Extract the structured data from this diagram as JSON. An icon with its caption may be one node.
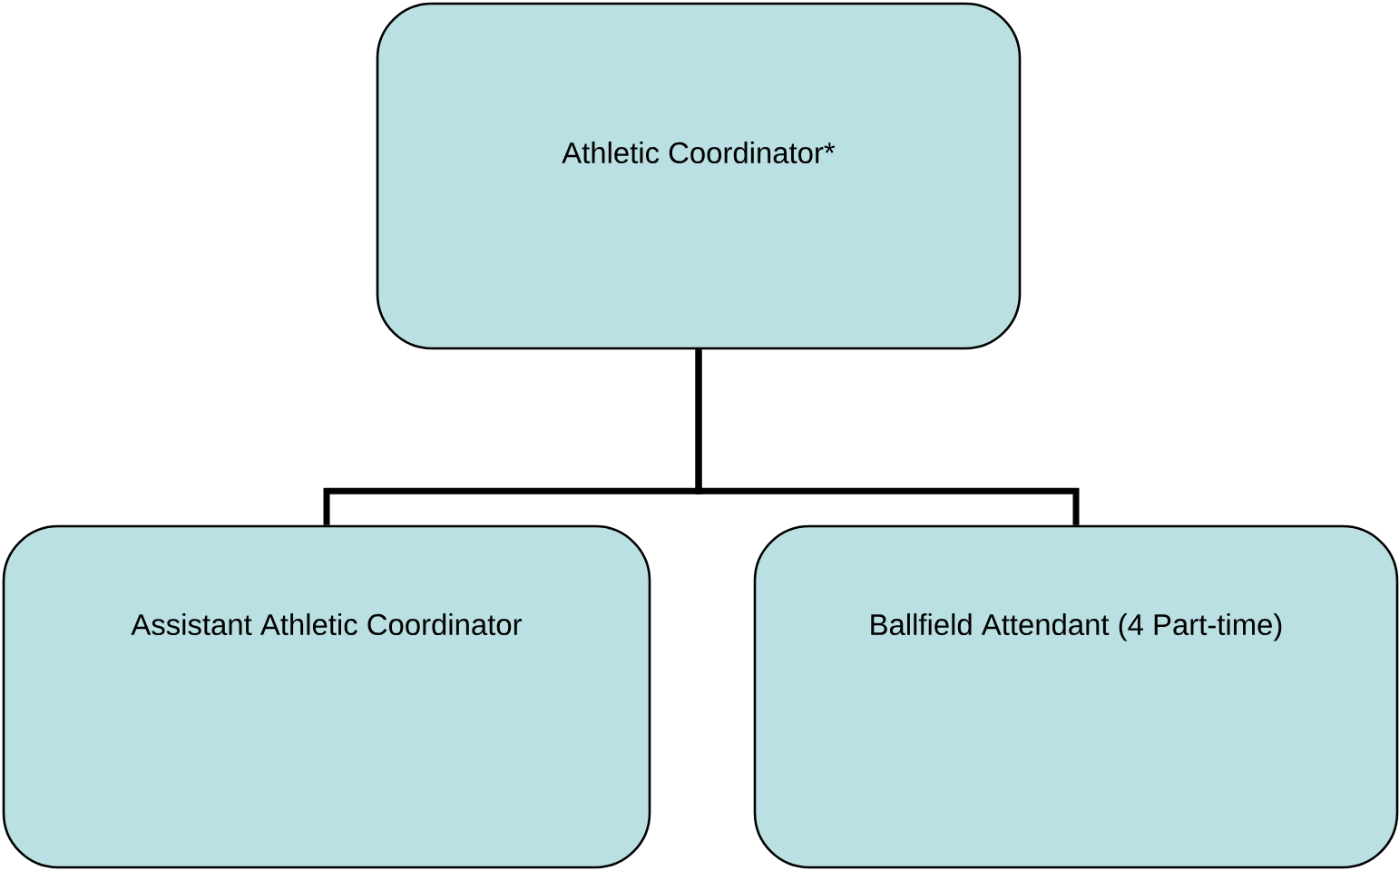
{
  "diagram": {
    "nodes": [
      {
        "text": [
          "Athletic Coordinator*"
        ]
      },
      {
        "text": [
          "Assistant Athletic Coordinator"
        ]
      },
      {
        "text": [
          "Ballfield Attendant (4 Part-time)"
        ]
      }
    ],
    "edges": [
      {
        "from": 0,
        "to": 1,
        "arrow": "none"
      },
      {
        "from": 0,
        "to": 2,
        "arrow": "none"
      }
    ]
  }
}
